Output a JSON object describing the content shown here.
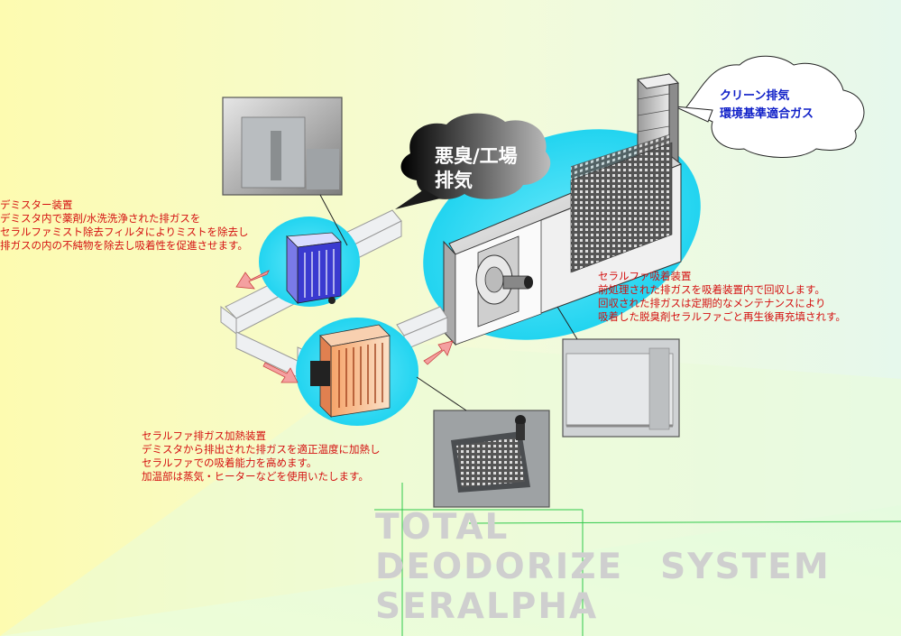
{
  "callouts": {
    "odor_exhaust": [
      "悪臭/工場",
      "排気"
    ],
    "clean_exhaust": [
      "クリーン排気",
      "環境基準適合ガス"
    ]
  },
  "demister": {
    "title": "デミスター装置",
    "lines": [
      "デミスタ内で薬剤/水洗洗浄された排ガスを",
      "セラルファミスト除去フィルタによりミストを除去し",
      "排ガスの内の不純物を除去し吸着性を促進させます。"
    ]
  },
  "adsorber": {
    "title": "セラルファ吸着装置",
    "lines": [
      "前処理された排ガスを吸着装置内で回収します。",
      "回収された排ガスは定期的なメンテナンスにより",
      "吸着した脱臭剤セラルファごと再生後再充填されす。"
    ]
  },
  "heater": {
    "title": "セラルファ排ガス加熱装置",
    "lines": [
      "デミスタから排出された排ガスを適正温度に加熱し",
      "セラルファでの吸着能力を高めます。",
      "加温部は蒸気・ヒーターなどを使用いたします。"
    ]
  },
  "system_title": [
    "TOTAL",
    "DEODORIZE　SYSTEM",
    "SERALPHA"
  ],
  "colors": {
    "label_red": "#d41010",
    "clean_blue": "#1020c8",
    "cyan_glow": "#33ddf5",
    "arrow_pink": "#f08a8a",
    "title_gray": "#cfcfcf"
  }
}
